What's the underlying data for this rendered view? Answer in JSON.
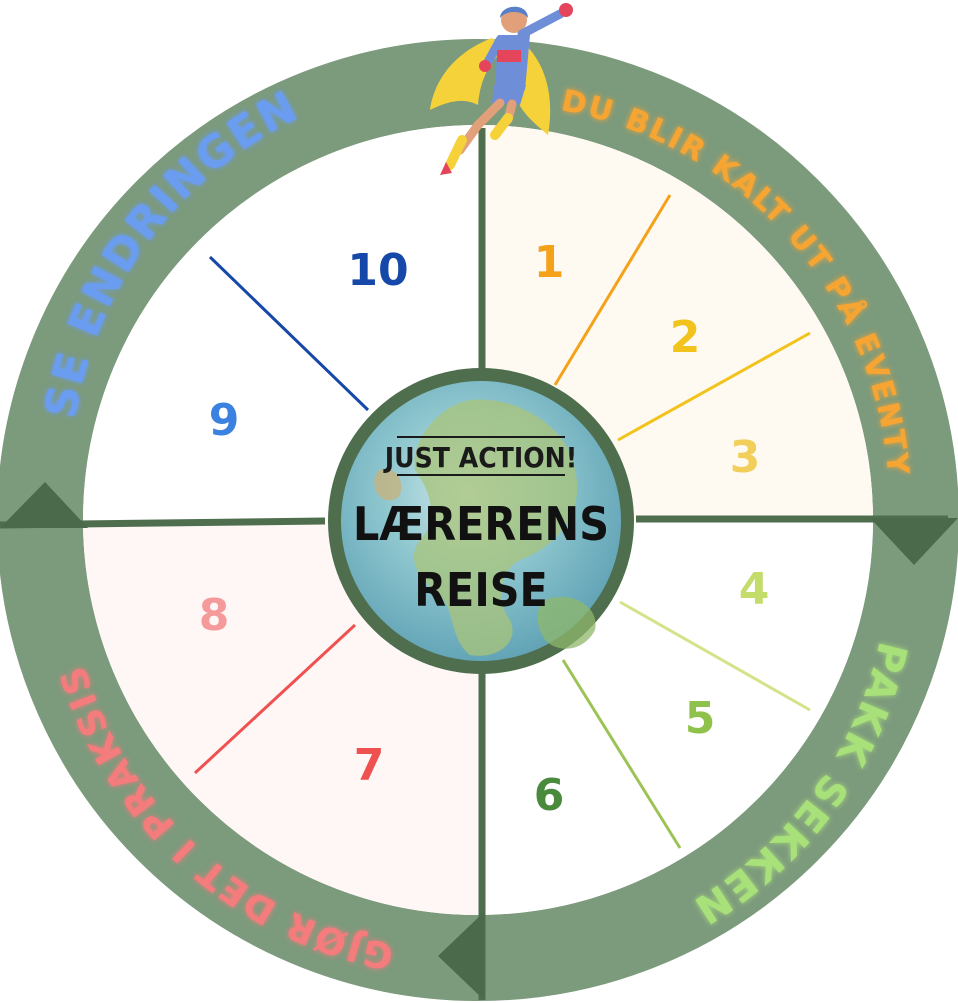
{
  "center": {
    "subtitle": "JUST ACTION!",
    "title_line1": "LÆRERENS",
    "title_line2": "REISE"
  },
  "phases": [
    {
      "label": "DU BLIR KALT UT PÅ EVENTYR",
      "color": "#f7a531"
    },
    {
      "label": "PAKK SEKKEN",
      "color": "#a8e07a"
    },
    {
      "label": "GJØR DET I PRAKSIS",
      "color": "#f47c7c"
    },
    {
      "label": "SE ENDRINGEN",
      "color": "#6b9cf0"
    }
  ],
  "steps": [
    {
      "label": "1",
      "color": "#f5a21b"
    },
    {
      "label": "2",
      "color": "#f2c21d"
    },
    {
      "label": "3",
      "color": "#f2cf5a"
    },
    {
      "label": "4",
      "color": "#c4dc6a"
    },
    {
      "label": "5",
      "color": "#8fc24a"
    },
    {
      "label": "6",
      "color": "#4a8a3c"
    },
    {
      "label": "7",
      "color": "#ef5050"
    },
    {
      "label": "8",
      "color": "#f59a9a"
    },
    {
      "label": "9",
      "color": "#3b82e0"
    },
    {
      "label": "10",
      "color": "#1548a8"
    }
  ],
  "colors": {
    "ring": "#7c9a7c",
    "spoke": "#4e6e4e",
    "arrow": "#4b6a4b"
  },
  "icons": {
    "top": "superhero-icon",
    "center": "globe-icon"
  }
}
